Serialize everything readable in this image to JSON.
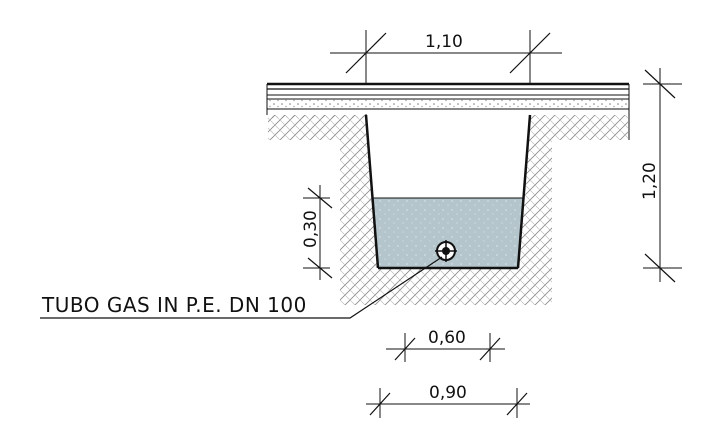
{
  "dimensions": {
    "top_width": "1,10",
    "depth": "1,20",
    "bedding_height": "0,30",
    "bottom_inner_width": "0,60",
    "bottom_outer_width": "0,90"
  },
  "labels": {
    "pipe": "TUBO GAS IN P.E. DN 100"
  },
  "colors": {
    "line": "#111111",
    "fill_sand": "#b4c6cc",
    "hatch": "#8a8a8a",
    "road_layer": "#d9d9d9"
  }
}
